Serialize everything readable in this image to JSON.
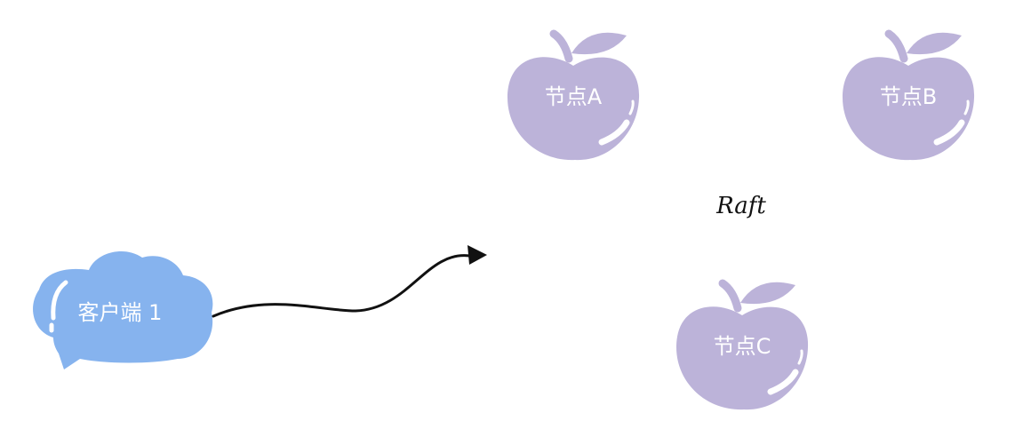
{
  "colors": {
    "apple": "#bcb3d9",
    "cloud": "#86b3ee",
    "arrow": "#111111",
    "highlight": "#ffffff"
  },
  "client": {
    "label": "客户端 1",
    "icon": "cloud-speech-bubble"
  },
  "nodes": [
    {
      "label": "节点A",
      "icon": "apple-icon"
    },
    {
      "label": "节点B",
      "icon": "apple-icon"
    },
    {
      "label": "节点C",
      "icon": "apple-icon"
    }
  ],
  "cluster": {
    "label": "Raft"
  },
  "arrow": {
    "icon": "wavy-arrow"
  }
}
